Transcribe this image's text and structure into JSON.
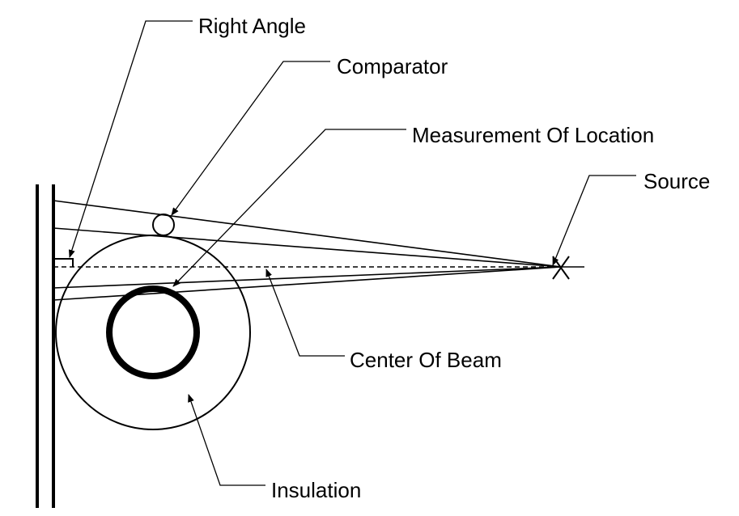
{
  "labels": {
    "right_angle": "Right Angle",
    "comparator": "Comparator",
    "measurement_of_location": "Measurement Of Location",
    "source": "Source",
    "center_of_beam": "Center Of Beam",
    "insulation": "Insulation"
  }
}
